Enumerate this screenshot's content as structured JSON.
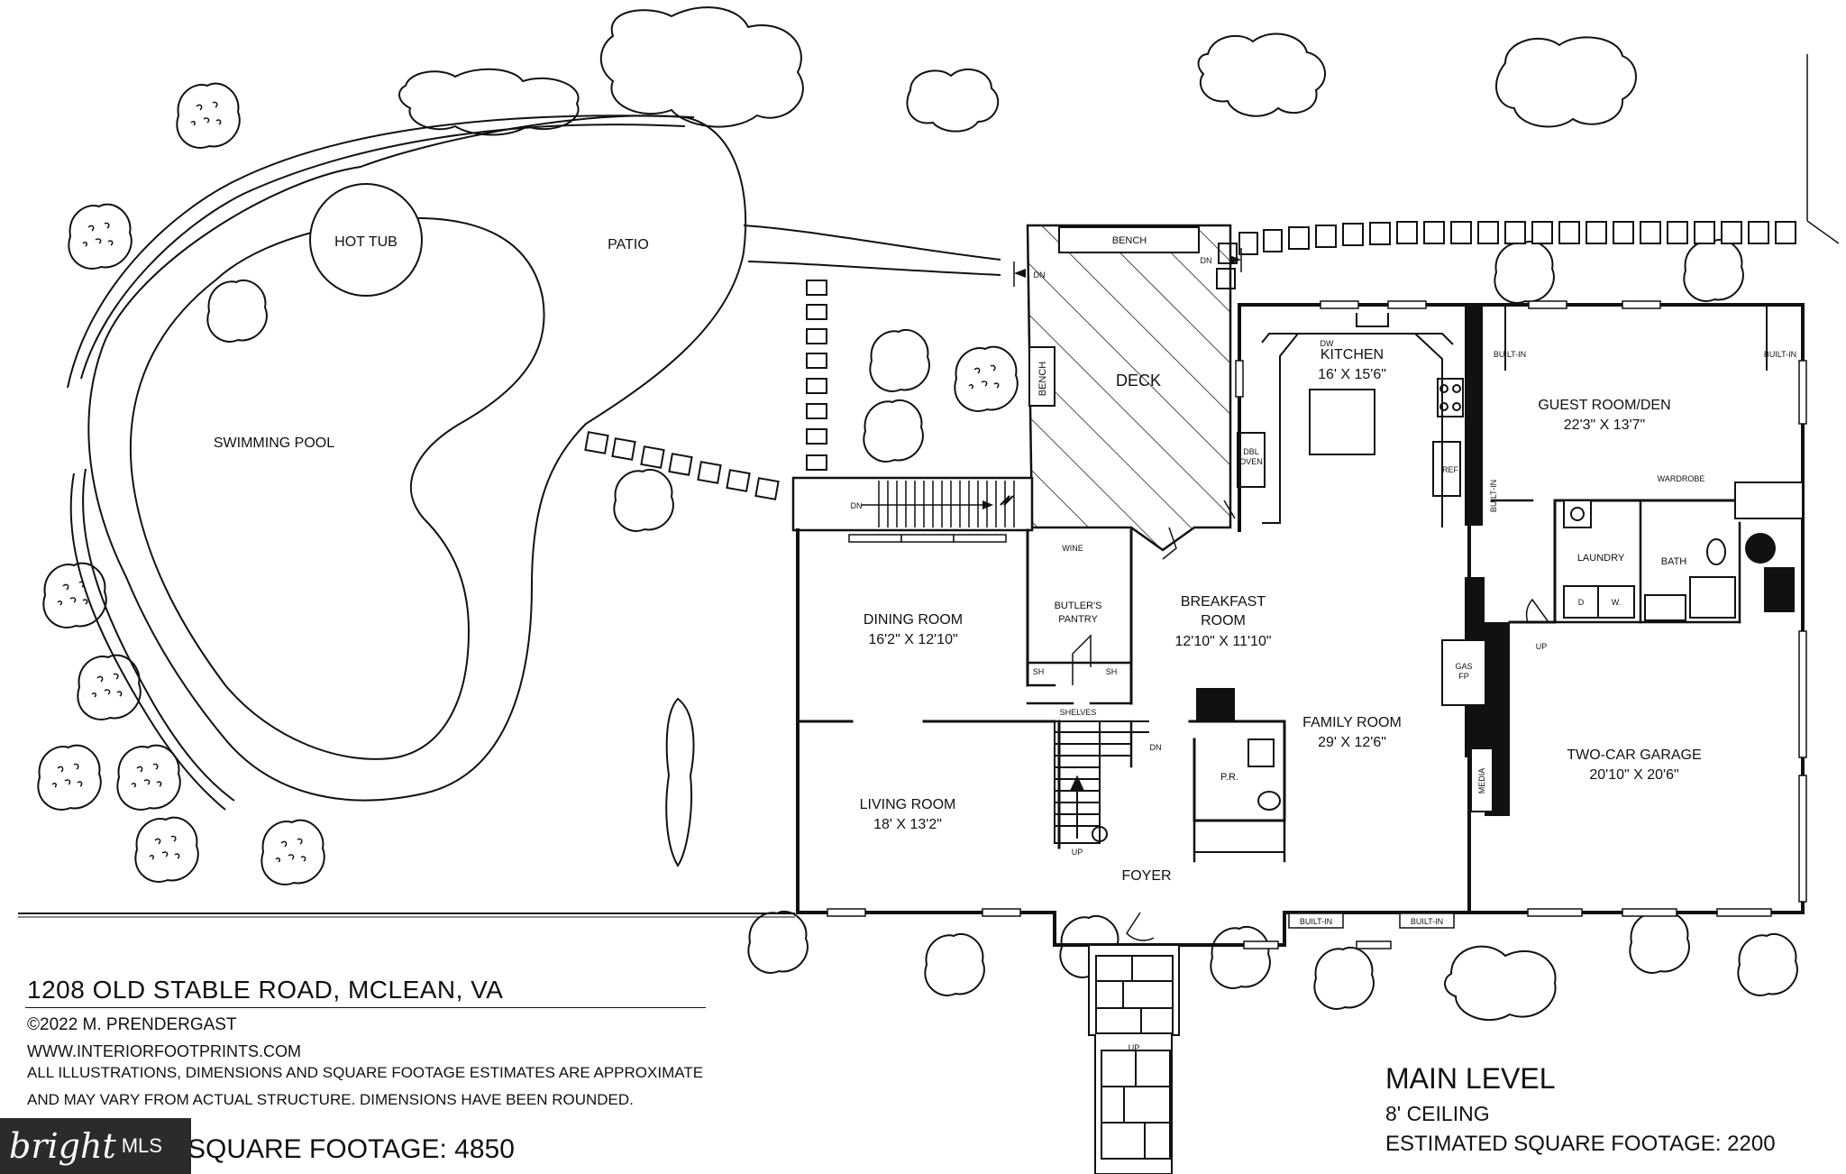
{
  "plan": {
    "rooms": {
      "hot_tub": "HOT TUB",
      "patio": "PATIO",
      "swimming_pool": "SWIMMING POOL",
      "deck": "DECK",
      "bench_top": "BENCH",
      "bench_side": "BENCH",
      "kitchen": "KITCHEN",
      "kitchen_dim": "16' X 15'6\"",
      "guest_room": "GUEST ROOM/DEN",
      "guest_room_dim": "22'3\" X 13'7\"",
      "dining_room": "DINING ROOM",
      "dining_room_dim": "16'2\" X 12'10\"",
      "butlers_pantry_1": "BUTLER'S",
      "butlers_pantry_2": "PANTRY",
      "breakfast_room": "BREAKFAST",
      "breakfast_room_2": "ROOM",
      "breakfast_room_dim": "12'10\" X 11'10\"",
      "family_room": "FAMILY ROOM",
      "family_room_dim": "29' X 12'6\"",
      "two_car_garage": "TWO-CAR GARAGE",
      "garage_dim": "20'10\" X 20'6\"",
      "living_room": "LIVING ROOM",
      "living_room_dim": "18' X 13'2\"",
      "foyer": "FOYER",
      "laundry": "LAUNDRY",
      "bath": "BATH",
      "wardrobe": "WARDROBE",
      "powder_room": "P.R."
    },
    "fixtures": {
      "dw": "DW",
      "ref": "REF",
      "dbl_oven_1": "DBL",
      "dbl_oven_2": "OVEN",
      "built_in_guest_left": "BUILT-IN",
      "built_in_guest_right": "BUILT-IN",
      "built_in_hall": "BUILT-IN",
      "built_in_front_1": "BUILT-IN",
      "built_in_front_2": "BUILT-IN",
      "wine": "WINE",
      "sh_left": "SH",
      "sh_right": "SH",
      "shelves": "SHELVES",
      "gas_fp_1": "GAS",
      "gas_fp_2": "FP",
      "media": "MEDIA",
      "washer": "W.",
      "dryer": "D",
      "dn_deck_left": "DN",
      "dn_deck_right": "DN",
      "dn_stairs": "DN",
      "dn_main_stair": "DN",
      "up_main_stair": "UP",
      "up_laundry": "UP",
      "up_entry": "UP"
    }
  },
  "footer": {
    "address": "1208 OLD STABLE ROAD, MCLEAN, VA",
    "copyright": "©2022 M. PRENDERGAST",
    "website": "WWW.INTERIORFOOTPRINTS.COM",
    "disclaimer_1": "ALL ILLUSTRATIONS, DIMENSIONS AND SQUARE FOOTAGE ESTIMATES ARE APPROXIMATE",
    "disclaimer_2": "AND MAY VARY FROM ACTUAL STRUCTURE. DIMENSIONS HAVE BEEN ROUNDED.",
    "total_sf": "SQUARE FOOTAGE:  4850",
    "level_title": "MAIN LEVEL",
    "ceiling": "8' CEILING",
    "level_sf": "ESTIMATED SQUARE FOOTAGE: 2200"
  },
  "badge": {
    "brand": "bright",
    "suffix": "MLS"
  }
}
